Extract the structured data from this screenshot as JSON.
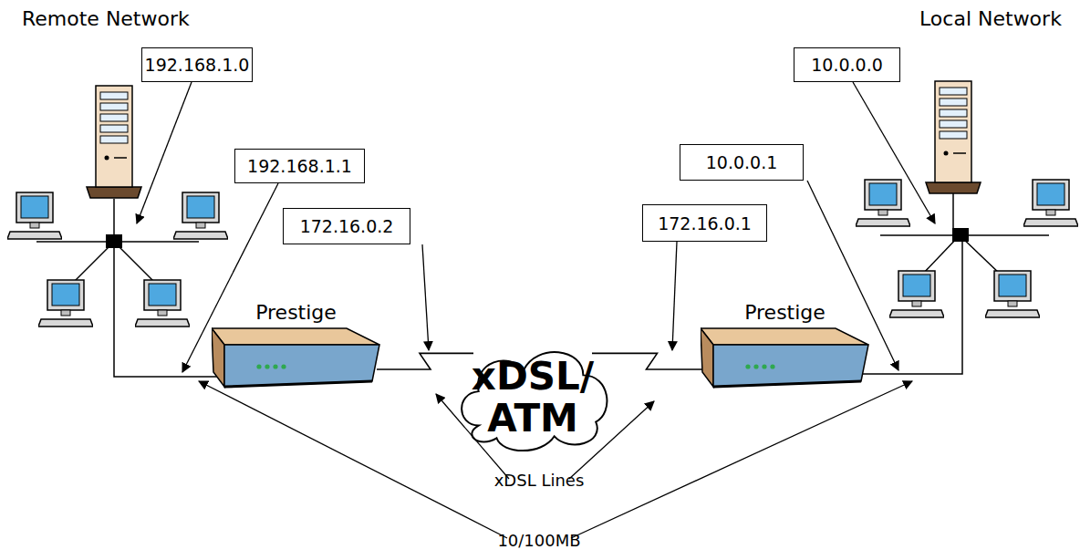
{
  "diagram": {
    "nodes": [
      {
        "text": [
          "192.168.1.0"
        ]
      },
      {
        "text": [
          "10.0.0.0"
        ]
      },
      {
        "text": [
          "192.168.1.1"
        ]
      },
      {
        "text": [
          "10.0.0.1"
        ]
      },
      {
        "text": [
          "172.16.0.2"
        ]
      },
      {
        "text": [
          "172.16.0.1"
        ]
      },
      {
        "text": [
          "Prestige"
        ]
      },
      {
        "text": [
          "xDSL/ ATM"
        ]
      },
      {
        "text": [
          "Prestige"
        ]
      }
    ],
    "edges": [
      {
        "from": 6,
        "to": 7,
        "arrow": "none"
      },
      {
        "from": 7,
        "to": 8,
        "arrow": "none"
      }
    ],
    "labels": [
      "Remote Network",
      "Local Network",
      "xDSL Lines",
      "10/100MB"
    ]
  }
}
